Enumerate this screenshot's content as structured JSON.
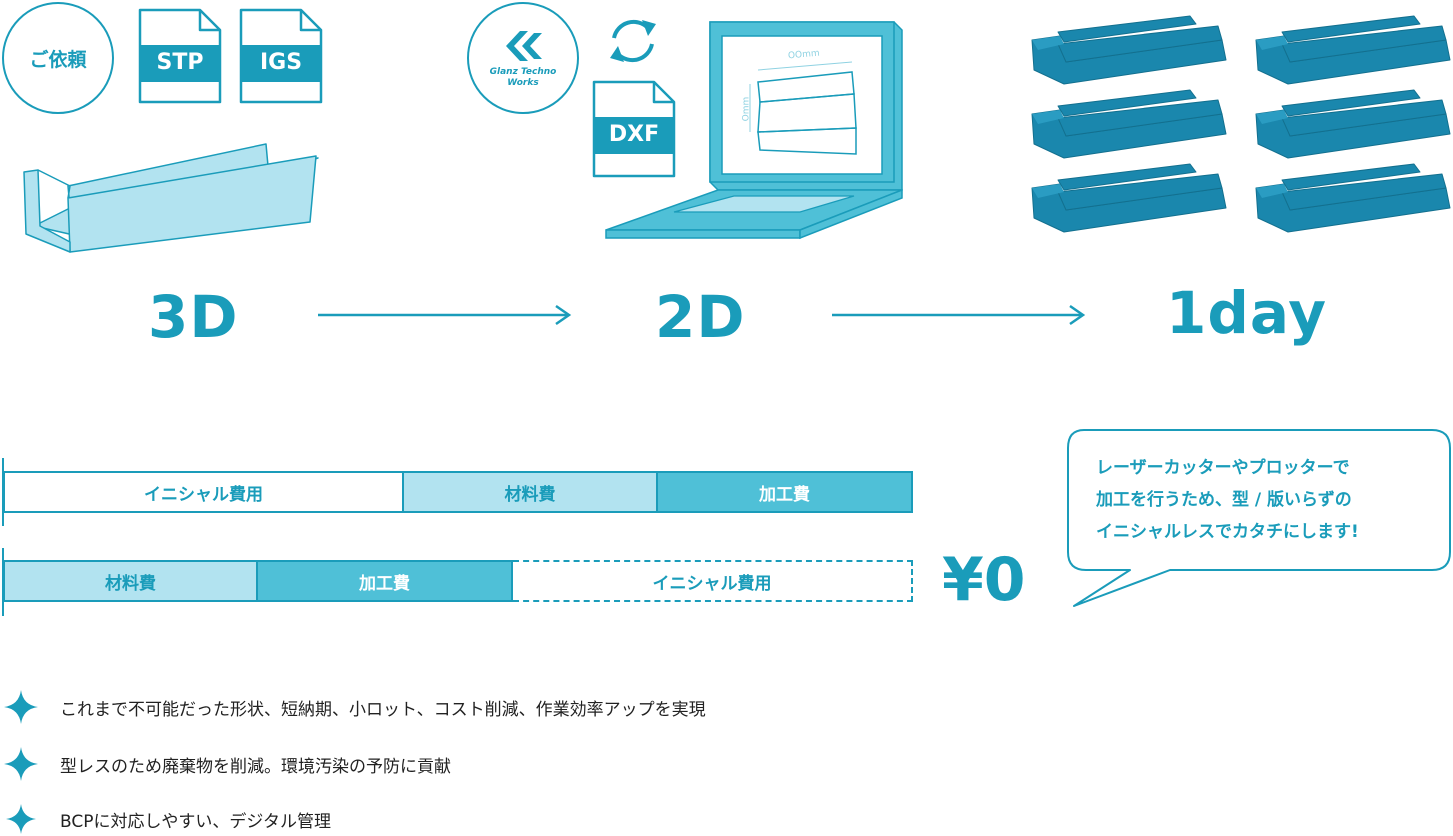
{
  "step1": {
    "request_label": "ご依頼",
    "files": [
      "STP",
      "IGS"
    ],
    "label": "3D"
  },
  "step2": {
    "logo_text_line1": "Glanz Techno",
    "logo_text_line2": "Works",
    "file": "DXF",
    "screen_dim_top": "OOmm",
    "screen_dim_side": "Omm",
    "label": "2D"
  },
  "step3": {
    "label": "1day"
  },
  "bars": {
    "before": [
      {
        "label": "イニシャル費用"
      },
      {
        "label": "材料費"
      },
      {
        "label": "加工費"
      }
    ],
    "after": [
      {
        "label": "材料費"
      },
      {
        "label": "加工費"
      },
      {
        "label": "イニシャル費用"
      }
    ],
    "zero_label": "¥0"
  },
  "bubble": {
    "lines": [
      "レーザーカッターやプロッターで",
      "加工を行うため、型 / 版いらずの",
      "イニシャルレスでカタチにします!"
    ]
  },
  "bullets": [
    "これまで不可能だった形状、短納期、小ロット、コスト削減、作業効率アップを実現",
    "型レスのため廃棄物を削減。環境汚染の予防に貢献",
    "BCPに対応しやすい、デジタル管理"
  ],
  "colors": {
    "accent": "#1a9cba",
    "light_fill": "#b2e3f0",
    "mid_fill": "#4fc0d7",
    "part_fill": "#1a87ad"
  }
}
